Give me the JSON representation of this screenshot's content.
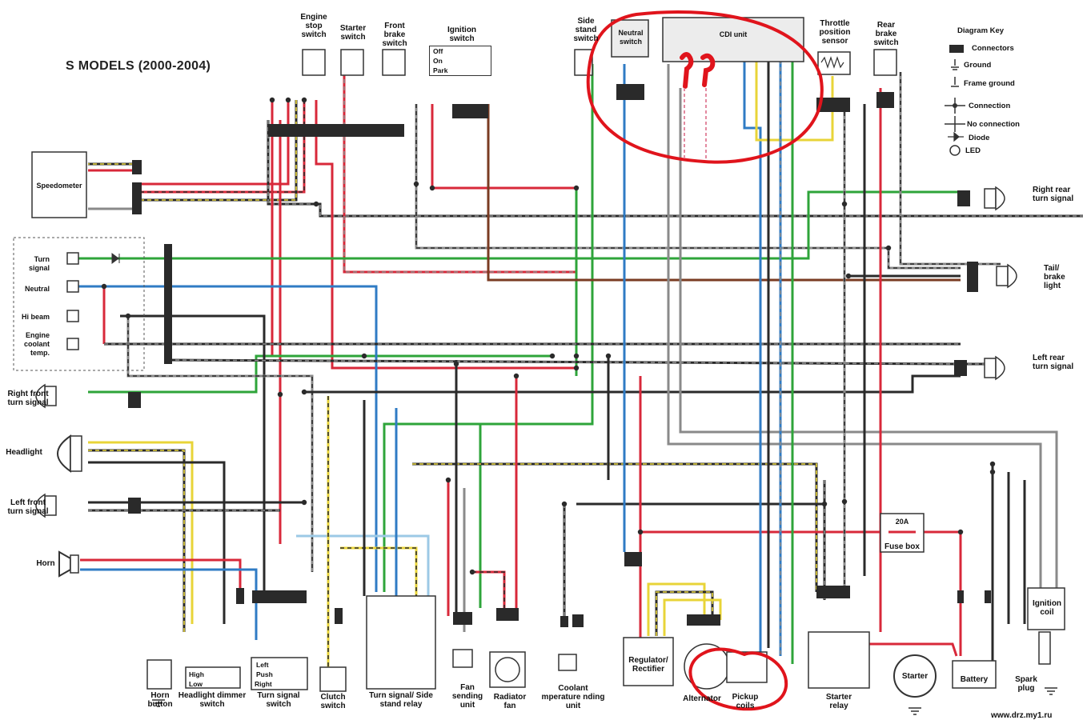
{
  "title": "S MODELS (2000-2004)",
  "watermark": "www.drz.my1.ru",
  "colors": {
    "red": "#d8283a",
    "green": "#2ea43a",
    "blue": "#2f7bc4",
    "yellow": "#e8d438",
    "black": "#2a2a2a",
    "gray": "#8a8a8a",
    "lightblue": "#9cc9e6",
    "pink": "#e38aa0",
    "brown": "#7a3b22",
    "annotation": "#e0141c"
  },
  "components": {
    "engine_stop_switch": "Engine stop switch",
    "starter_switch": "Starter switch",
    "front_brake_switch": "Front brake switch",
    "ignition_switch": "Ignition switch",
    "ignition_off": "Off",
    "ignition_on": "On",
    "ignition_park": "Park",
    "side_stand_switch": "Side stand switch",
    "neutral_switch": "Neutral switch",
    "cdi_unit": "CDI unit",
    "throttle_position_sensor": "Throttle position sensor",
    "rear_brake_switch": "Rear brake switch",
    "speedometer": "Speedometer",
    "turn_signal_ind": "Turn signal",
    "neutral_ind": "Neutral",
    "hi_beam_ind": "Hi beam",
    "engine_coolant_temp_ind": "Engine coolant temp.",
    "right_front_turn_signal": "Right front turn signal",
    "headlight": "Headlight",
    "left_front_turn_signal": "Left front turn signal",
    "horn": "Horn",
    "right_rear_turn_signal": "Right rear turn signal",
    "tail_brake_light": "Tail/ brake light",
    "left_rear_turn_signal": "Left rear turn signal",
    "horn_button": "Horn button",
    "headlight_dimmer_switch": "Headlight dimmer switch",
    "dimmer_high": "High",
    "dimmer_low": "Low",
    "turn_signal_switch": "Turn signal switch",
    "ts_left": "Left",
    "ts_push": "Push",
    "ts_right": "Right",
    "clutch_switch": "Clutch switch",
    "turn_signal_relay": "Turn signal/ Side stand relay",
    "fan_sending_unit": "Fan sending unit",
    "radiator_fan": "Radiator fan",
    "coolant_temp_unit": "Coolant mperature nding unit",
    "regulator_rectifier": "Regulator/ Rectifier",
    "alternator": "Alternator",
    "pickup_coils": "Pickup coils",
    "starter_relay": "Starter relay",
    "starter": "Starter",
    "battery": "Battery",
    "fuse_amp": "20A",
    "fuse_box": "Fuse box",
    "ignition_coil": "Ignition coil",
    "spark_plug": "Spark plug"
  },
  "key": {
    "title": "Diagram Key",
    "connectors": "Connectors",
    "ground": "Ground",
    "frame_ground": "Frame ground",
    "connection": "Connection",
    "no_connection": "No connection",
    "diode": "Diode",
    "led": "LED"
  }
}
